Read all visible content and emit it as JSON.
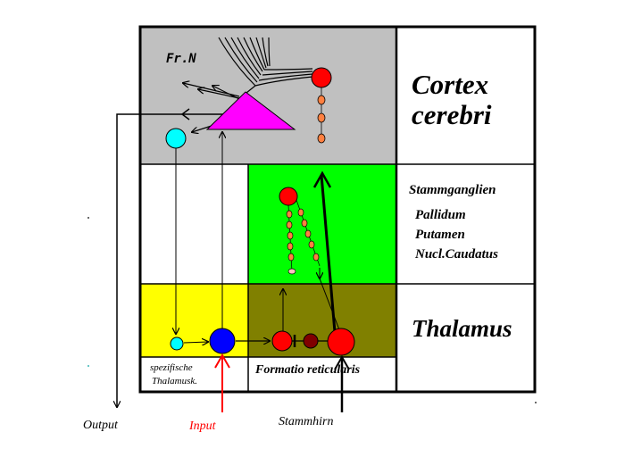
{
  "regions": {
    "cortex": "Cortex cerebri",
    "cortex_line1": "Cortex",
    "cortex_line2": "cerebri",
    "stammganglien_title": "Stammganglien",
    "stammganglien_items": [
      "Pallidum",
      "Putamen",
      "Nucl.Caudatus"
    ],
    "thalamus": "Thalamus"
  },
  "labels": {
    "fr_n": "Fr.N",
    "spezifische_line1": "spezifische",
    "spezifische_line2": "Thalamusk.",
    "formatio": "Formatio reticularis",
    "output": "Output",
    "input": "Input",
    "stammhirn": "Stammhirn"
  },
  "colors": {
    "cortex_bg": "#c0c0c0",
    "stammganglien_bg": "#00ff00",
    "thalamus_yellow": "#ffff00",
    "thalamus_olive": "#808000",
    "pyramidal_cell": "#ff00ff",
    "neuron_red": "#ff0000",
    "neuron_blue": "#0000ff",
    "neuron_cyan": "#00ffff",
    "neuron_orange": "#ff8040",
    "neuron_darkred": "#800000",
    "input_arrow": "#ff0000"
  }
}
